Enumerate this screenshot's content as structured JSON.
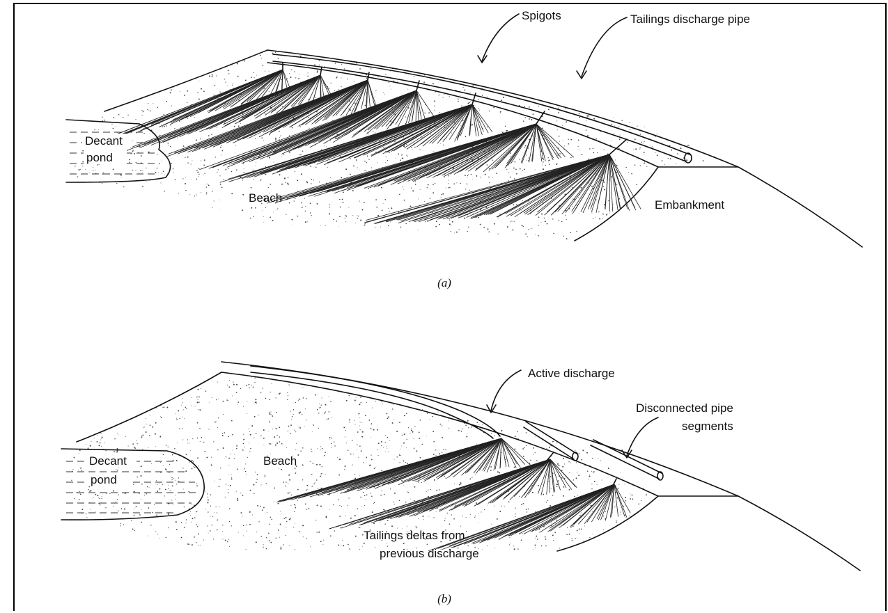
{
  "figure": {
    "a": {
      "caption": "(a)",
      "labels": {
        "spigots": "Spigots",
        "pipe": "Tailings discharge pipe",
        "pond_line1": "Decant",
        "pond_line2": "pond",
        "beach": "Beach",
        "embankment": "Embankment"
      }
    },
    "b": {
      "caption": "(b)",
      "labels": {
        "active": "Active discharge",
        "disconnected_line1": "Disconnected pipe",
        "disconnected_line2": "segments",
        "pond_line1": "Decant",
        "pond_line2": "pond",
        "beach": "Beach",
        "deltas_line1": "Tailings deltas from",
        "deltas_line2": "previous discharge"
      }
    }
  }
}
